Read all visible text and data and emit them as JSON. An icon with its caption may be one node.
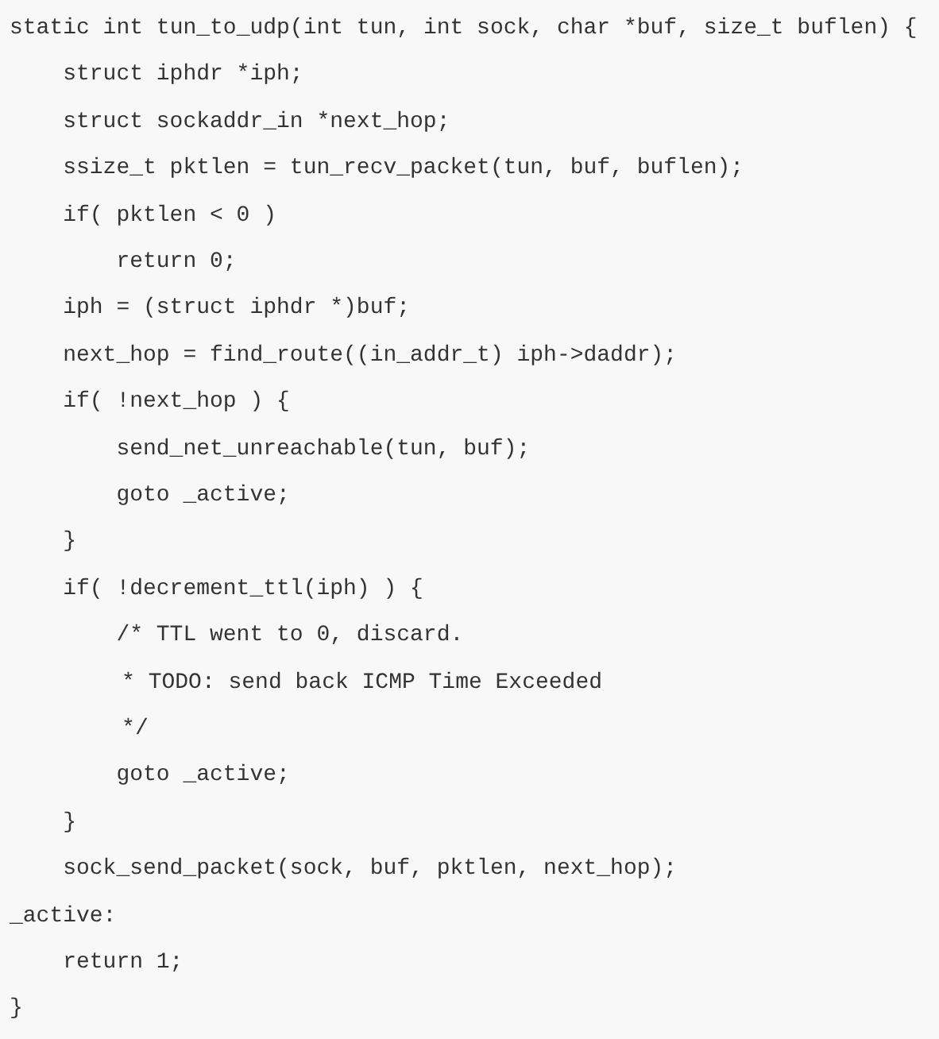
{
  "diagram": {
    "labels": [
      "static int tun_to_udp(int tun, int sock, char *buf, size_t buflen) {",
      "struct iphdr *iph;",
      "struct sockaddr_in *next_hop;",
      "ssize_t pktlen = tun_recv_packet(tun, buf, buflen);",
      "if( pktlen < 0 )",
      "return 0;",
      "iph = (struct iphdr *)buf;",
      "next_hop = find_route((in_addr_t) iph->daddr);",
      "if( !next_hop ) {",
      "send_net_unreachable(tun, buf);",
      "goto _active;",
      "}",
      "if( !decrement_ttl(iph) ) {",
      "/* TTL went to 0, discard.",
      "* TODO: send back ICMP Time Exceeded",
      "*/",
      "goto _active;",
      "}",
      "sock_send_packet(sock, buf, pktlen, next_hop);",
      "_active:",
      "return 1;",
      "}"
    ]
  }
}
